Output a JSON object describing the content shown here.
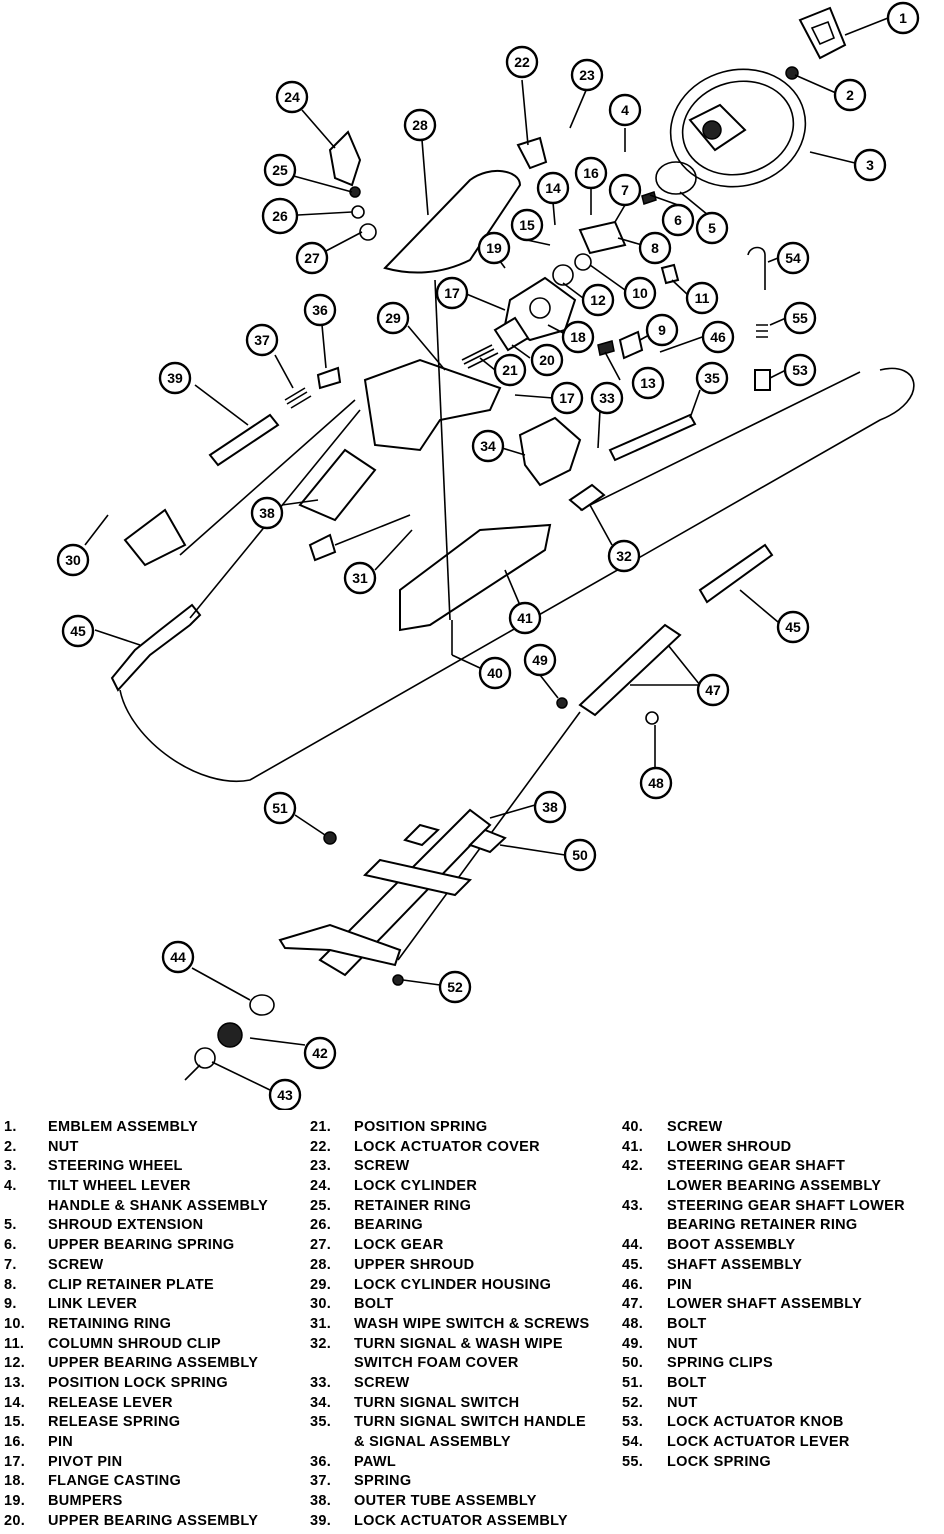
{
  "callouts": [
    "1",
    "2",
    "3",
    "4",
    "5",
    "6",
    "7",
    "8",
    "9",
    "10",
    "11",
    "12",
    "13",
    "14",
    "15",
    "16",
    "17",
    "17",
    "18",
    "19",
    "20",
    "21",
    "22",
    "23",
    "24",
    "25",
    "26",
    "27",
    "28",
    "29",
    "30",
    "31",
    "32",
    "33",
    "34",
    "35",
    "36",
    "37",
    "38",
    "38",
    "39",
    "40",
    "41",
    "42",
    "43",
    "44",
    "45",
    "45",
    "46",
    "47",
    "48",
    "49",
    "50",
    "51",
    "52",
    "53",
    "54",
    "55"
  ],
  "legend": {
    "col1": [
      {
        "num": "1.",
        "label": "EMBLEM ASSEMBLY"
      },
      {
        "num": "2.",
        "label": "NUT"
      },
      {
        "num": "3.",
        "label": "STEERING WHEEL"
      },
      {
        "num": "4.",
        "label": "TILT WHEEL LEVER"
      },
      {
        "num": "",
        "label": "HANDLE & SHANK ASSEMBLY"
      },
      {
        "num": "5.",
        "label": "SHROUD EXTENSION"
      },
      {
        "num": "6.",
        "label": "UPPER BEARING SPRING"
      },
      {
        "num": "7.",
        "label": "SCREW"
      },
      {
        "num": "8.",
        "label": "CLIP RETAINER PLATE"
      },
      {
        "num": "9.",
        "label": "LINK LEVER"
      },
      {
        "num": "10.",
        "label": "RETAINING RING"
      },
      {
        "num": "11.",
        "label": "COLUMN SHROUD CLIP"
      },
      {
        "num": "12.",
        "label": "UPPER BEARING ASSEMBLY"
      },
      {
        "num": "13.",
        "label": "POSITION LOCK SPRING"
      },
      {
        "num": "14.",
        "label": "RELEASE LEVER"
      },
      {
        "num": "15.",
        "label": "RELEASE SPRING"
      },
      {
        "num": "16.",
        "label": "PIN"
      },
      {
        "num": "17.",
        "label": "PIVOT PIN"
      },
      {
        "num": "18.",
        "label": "FLANGE CASTING"
      },
      {
        "num": "19.",
        "label": "BUMPERS"
      },
      {
        "num": "20.",
        "label": "UPPER BEARING ASSEMBLY"
      }
    ],
    "col2": [
      {
        "num": "21.",
        "label": "POSITION SPRING"
      },
      {
        "num": "22.",
        "label": "LOCK ACTUATOR COVER"
      },
      {
        "num": "23.",
        "label": "SCREW"
      },
      {
        "num": "24.",
        "label": "LOCK CYLINDER"
      },
      {
        "num": "25.",
        "label": "RETAINER RING"
      },
      {
        "num": "26.",
        "label": "BEARING"
      },
      {
        "num": "27.",
        "label": "LOCK GEAR"
      },
      {
        "num": "28.",
        "label": "UPPER SHROUD"
      },
      {
        "num": "29.",
        "label": "LOCK CYLINDER HOUSING"
      },
      {
        "num": "30.",
        "label": "BOLT"
      },
      {
        "num": "31.",
        "label": "WASH WIPE SWITCH & SCREWS"
      },
      {
        "num": "32.",
        "label": "TURN SIGNAL & WASH WIPE"
      },
      {
        "num": "",
        "label": "SWITCH FOAM COVER"
      },
      {
        "num": "33.",
        "label": "SCREW"
      },
      {
        "num": "34.",
        "label": "TURN SIGNAL SWITCH"
      },
      {
        "num": "35.",
        "label": "TURN SIGNAL SWITCH HANDLE"
      },
      {
        "num": "",
        "label": "&  SIGNAL ASSEMBLY"
      },
      {
        "num": "36.",
        "label": "PAWL"
      },
      {
        "num": "37.",
        "label": "SPRING"
      },
      {
        "num": "38.",
        "label": "OUTER TUBE ASSEMBLY"
      },
      {
        "num": "39.",
        "label": "LOCK ACTUATOR ASSEMBLY"
      }
    ],
    "col3": [
      {
        "num": "40.",
        "label": "SCREW"
      },
      {
        "num": "41.",
        "label": "LOWER SHROUD"
      },
      {
        "num": "42.",
        "label": "STEERING GEAR SHAFT"
      },
      {
        "num": "",
        "label": "LOWER BEARING ASSEMBLY"
      },
      {
        "num": "43.",
        "label": "STEERING GEAR SHAFT LOWER"
      },
      {
        "num": "",
        "label": "BEARING RETAINER RING"
      },
      {
        "num": "44.",
        "label": "BOOT ASSEMBLY"
      },
      {
        "num": "45.",
        "label": "SHAFT ASSEMBLY"
      },
      {
        "num": "46.",
        "label": "PIN"
      },
      {
        "num": "47.",
        "label": "LOWER SHAFT ASSEMBLY"
      },
      {
        "num": "48.",
        "label": "BOLT"
      },
      {
        "num": "49.",
        "label": "NUT"
      },
      {
        "num": "50.",
        "label": "SPRING CLIPS"
      },
      {
        "num": "51.",
        "label": "BOLT"
      },
      {
        "num": "52.",
        "label": "NUT"
      },
      {
        "num": "53.",
        "label": "LOCK ACTUATOR KNOB"
      },
      {
        "num": "54.",
        "label": "LOCK ACTUATOR LEVER"
      },
      {
        "num": "55.",
        "label": "LOCK SPRING"
      }
    ]
  }
}
